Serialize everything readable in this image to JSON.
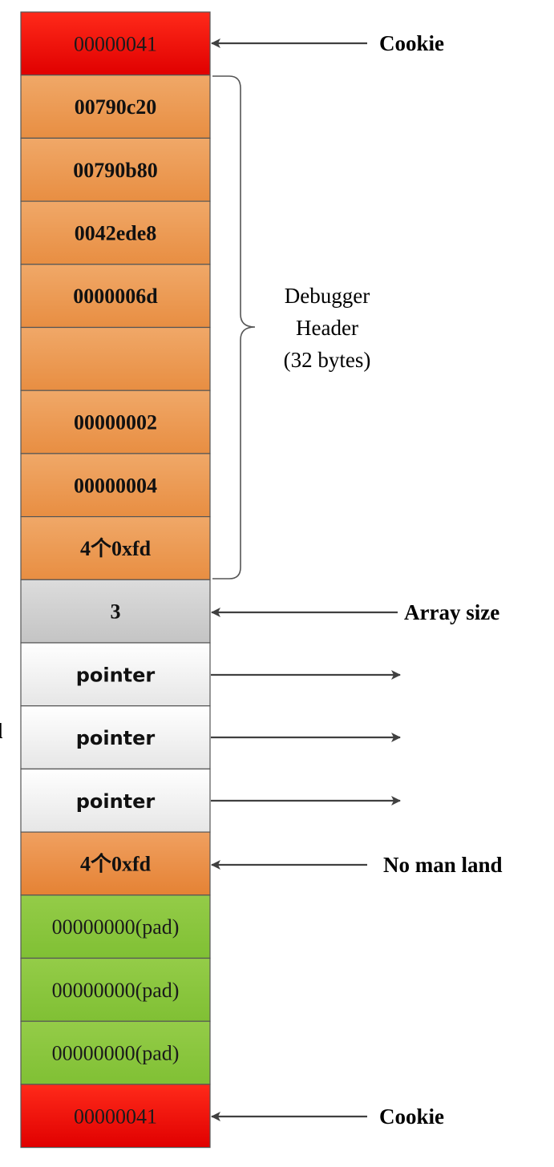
{
  "cells": [
    {
      "text": "00000041",
      "kind": "cookie"
    },
    {
      "text": "00790c20",
      "kind": "header"
    },
    {
      "text": "00790b80",
      "kind": "header"
    },
    {
      "text": "0042ede8",
      "kind": "header"
    },
    {
      "text": "0000006d",
      "kind": "header"
    },
    {
      "text": "",
      "kind": "header"
    },
    {
      "text": "00000002",
      "kind": "header"
    },
    {
      "text": "00000004",
      "kind": "header"
    },
    {
      "text": "4个0xfd",
      "kind": "header"
    },
    {
      "text": "3",
      "kind": "size"
    },
    {
      "text": "pointer",
      "kind": "pointer"
    },
    {
      "text": "pointer",
      "kind": "pointer"
    },
    {
      "text": "pointer",
      "kind": "pointer"
    },
    {
      "text": "4个0xfd",
      "kind": "guard"
    },
    {
      "text": "00000000(pad)",
      "kind": "pad"
    },
    {
      "text": "00000000(pad)",
      "kind": "pad"
    },
    {
      "text": "00000000(pad)",
      "kind": "pad"
    },
    {
      "text": "00000041",
      "kind": "cookie"
    }
  ],
  "annotations": {
    "cookie_top": "Cookie",
    "debugger_header": [
      "Debugger",
      "Header",
      "(32 bytes)"
    ],
    "array_size": "Array size",
    "no_man_land": "No man land",
    "cookie_bottom": "Cookie",
    "left_edge_glyph": "l"
  },
  "colors": {
    "cookie": "#ff0000",
    "header": "#ec9a52",
    "size": "#cfcfcf",
    "pointer": "#f4f4f4",
    "guard": "#ec8c3c",
    "pad": "#8cc63e",
    "border": "#555555",
    "arrow": "#404040"
  }
}
